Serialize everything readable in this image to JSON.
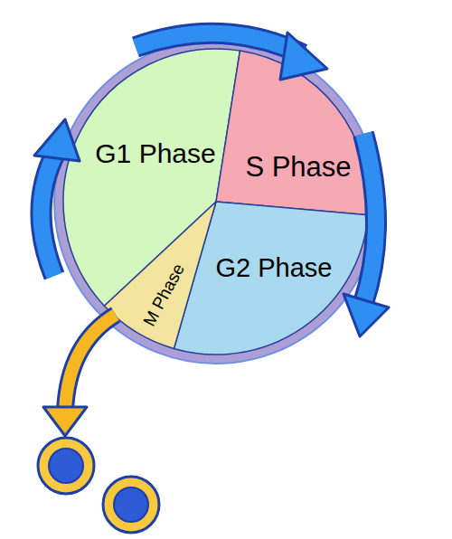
{
  "diagram": {
    "nodes": [
      {
        "text": [
          "G1 Phase"
        ]
      },
      {
        "text": [
          "S Phase"
        ]
      },
      {
        "text": [
          "G2 Phase"
        ]
      },
      {
        "text": [
          "M Phase"
        ]
      }
    ]
  }
}
